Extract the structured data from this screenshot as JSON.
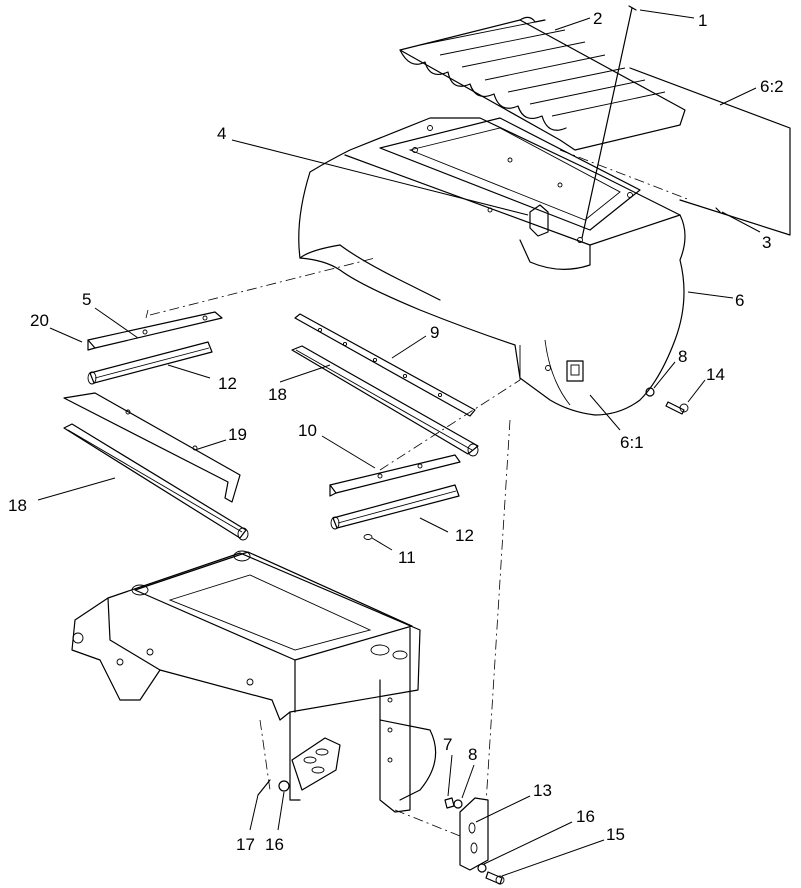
{
  "callouts": {
    "c1": "1",
    "c2": "2",
    "c3": "3",
    "c4": "4",
    "c5": "5",
    "c6": "6",
    "c6_1": "6:1",
    "c6_2": "6:2",
    "c7": "7",
    "c8a": "8",
    "c8b": "8",
    "c9": "9",
    "c10": "10",
    "c11": "11",
    "c12a": "12",
    "c12b": "12",
    "c13": "13",
    "c14": "14",
    "c15": "15",
    "c16a": "16",
    "c16b": "16",
    "c17": "17",
    "c18a": "18",
    "c18b": "18",
    "c19": "19",
    "c20": "20"
  }
}
